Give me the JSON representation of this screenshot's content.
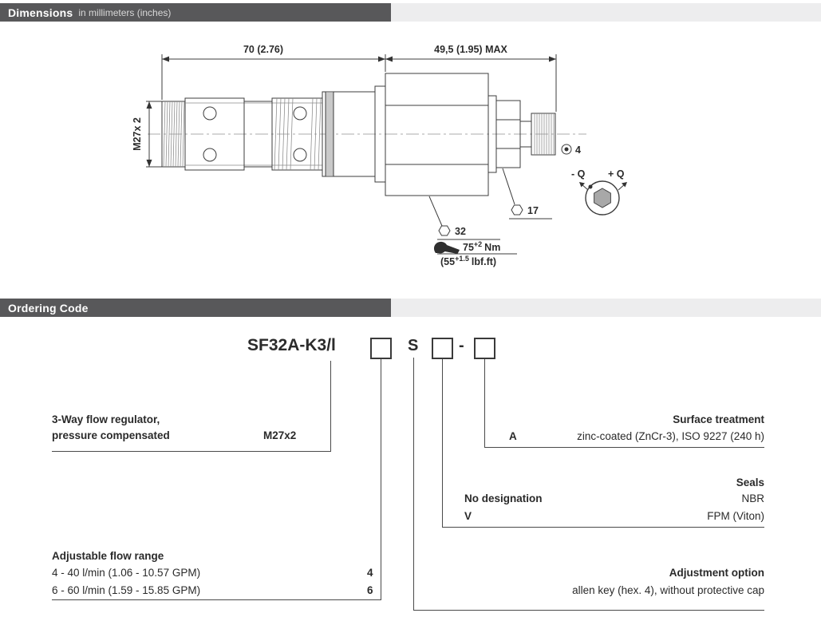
{
  "sections": {
    "dimensions": {
      "title": "Dimensions",
      "subtitle": "in millimeters (inches)"
    },
    "ordering": {
      "title": "Ordering Code"
    }
  },
  "drawing": {
    "dim_body": "70 (2.76)",
    "dim_adjust": "49,5 (1.95) MAX",
    "thread_label": "M27x 2",
    "hex_large": "32",
    "hex_small": "17",
    "allen_size": "4",
    "torque_base": "75",
    "torque_sup": "+2",
    "torque_unit": "Nm",
    "torque_lb_base": "(55",
    "torque_lb_sup": "+1.5",
    "torque_lb_unit": "lbf.ft)",
    "q_minus": "- Q",
    "q_plus": "+ Q"
  },
  "ordering_code": {
    "model": "SF32A-K3/l",
    "letter_s": "S",
    "dash": "-",
    "regulator": {
      "line1": "3-Way flow regulator,",
      "line2": "pressure compensated",
      "value": "M27x2"
    },
    "surface": {
      "title": "Surface treatment",
      "code": "A",
      "desc": "zinc-coated (ZnCr-3), ISO 9227 (240 h)"
    },
    "seals": {
      "title": "Seals",
      "options": [
        {
          "code": "No designation",
          "desc": "NBR"
        },
        {
          "code": "V",
          "desc": "FPM (Viton)"
        }
      ]
    },
    "flow": {
      "title": "Adjustable flow range",
      "options": [
        {
          "desc": "4 - 40 l/min (1.06 - 10.57 GPM)",
          "code": "4"
        },
        {
          "desc": "6 - 60 l/min (1.59 - 15.85 GPM)",
          "code": "6"
        }
      ]
    },
    "adjustment": {
      "title": "Adjustment option",
      "desc": "allen key (hex. 4), without protective cap"
    }
  }
}
